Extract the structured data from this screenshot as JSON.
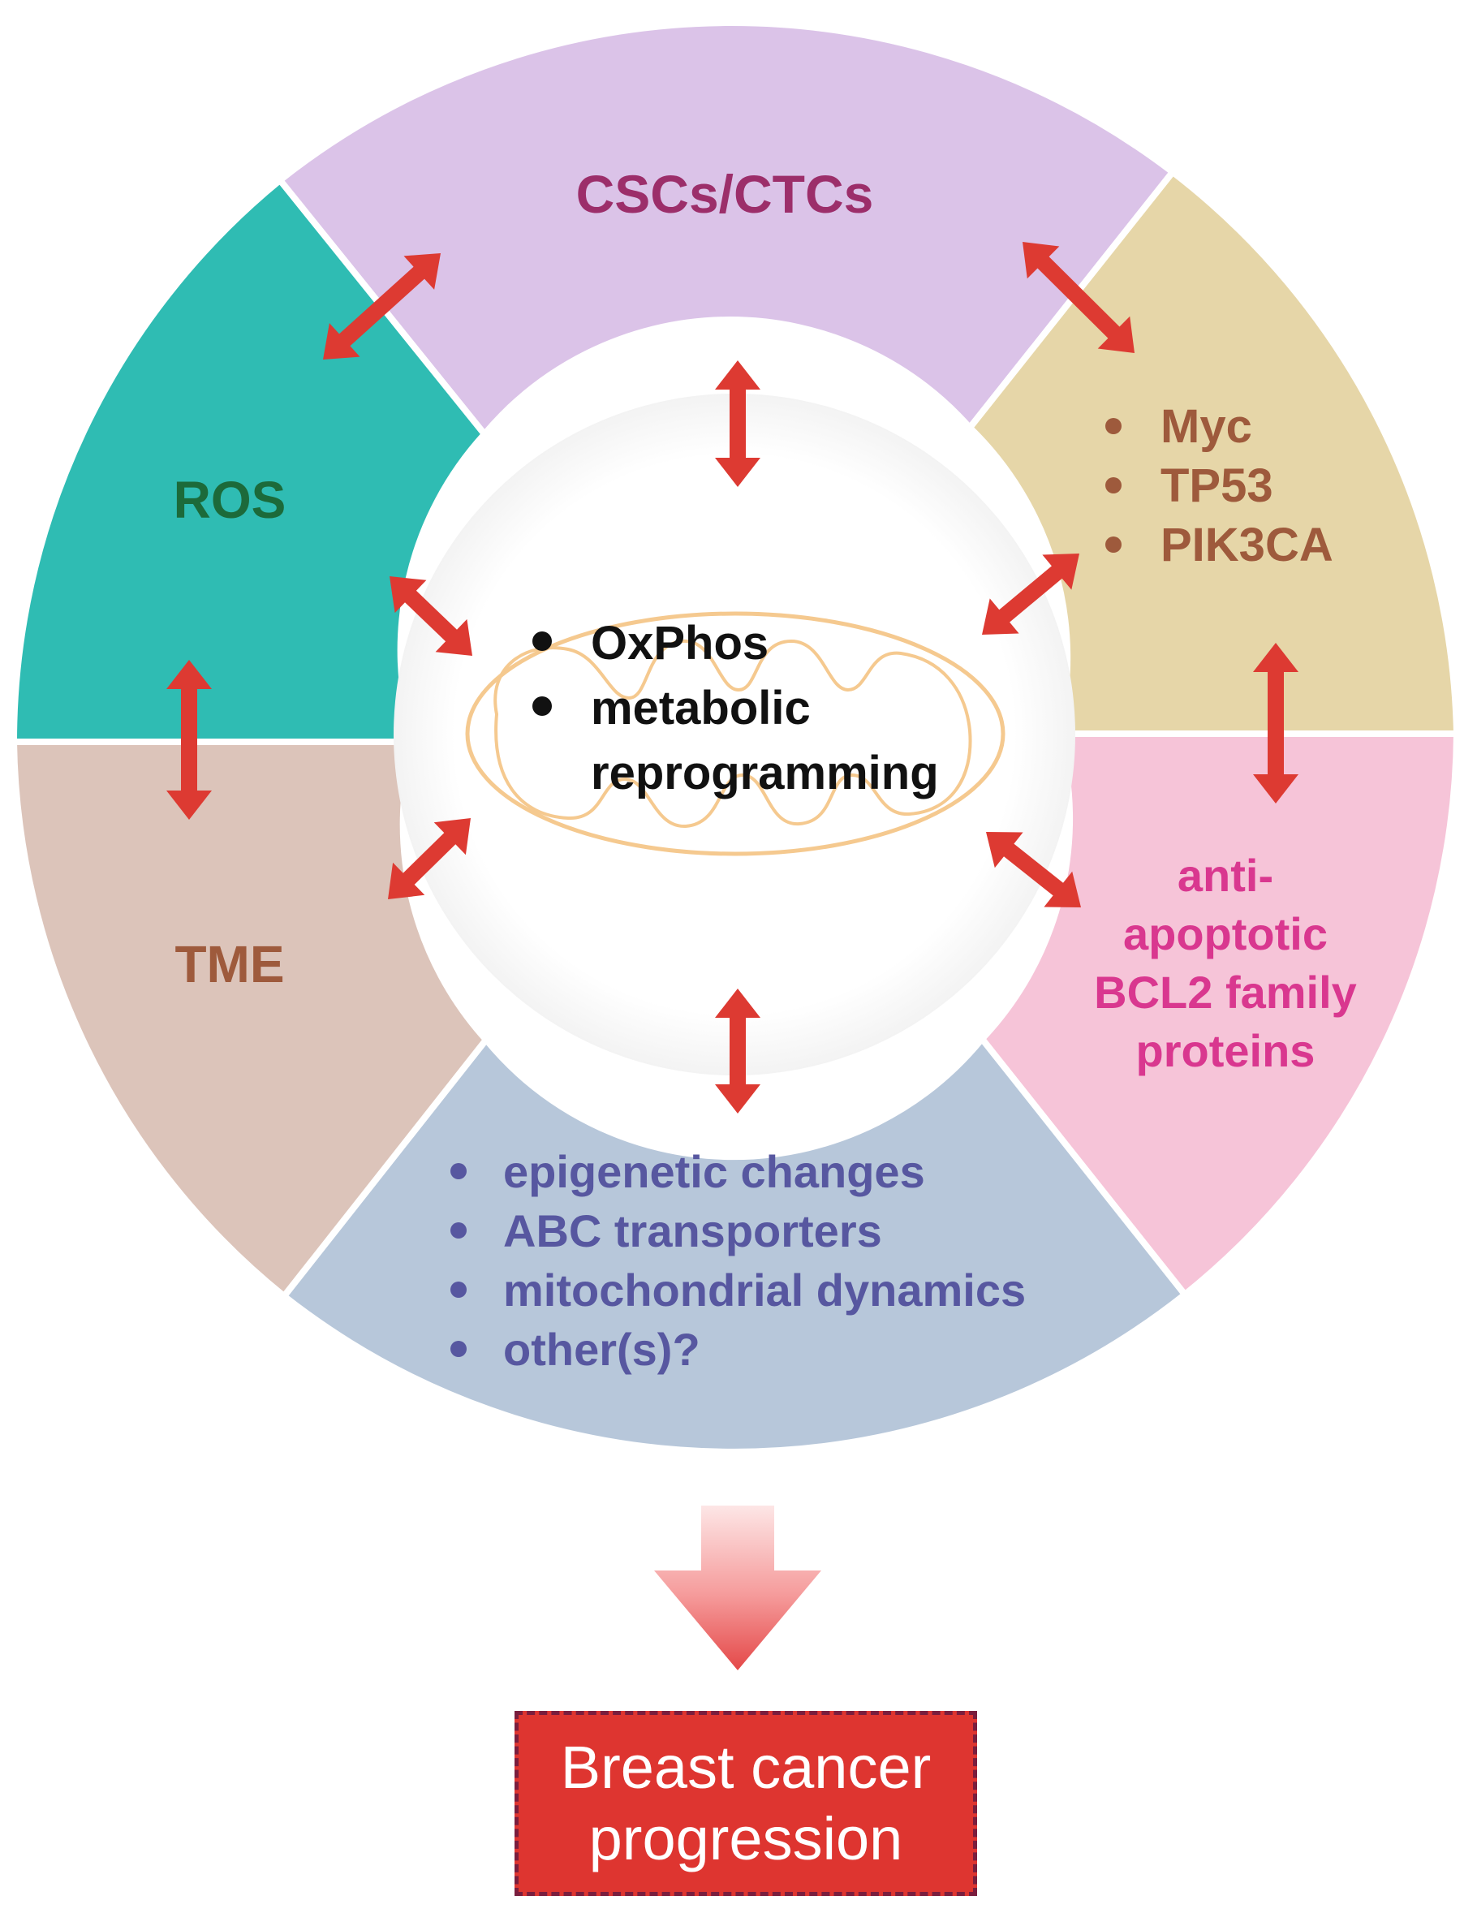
{
  "segments": {
    "csc": {
      "label": "CSCs/CTCs",
      "color": "#dbc3e8",
      "text_color": "#9c2e6a"
    },
    "oncogenes": {
      "items": [
        "Myc",
        "TP53",
        "PIK3CA"
      ],
      "color": "#e6d6a8",
      "text_color": "#9e5a3c"
    },
    "bcl2": {
      "lines": [
        "anti-",
        "apoptotic",
        "BCL2 family",
        "proteins"
      ],
      "color": "#f6c4d8",
      "text_color": "#d9378f"
    },
    "other": {
      "items": [
        "epigenetic changes",
        "ABC transporters",
        "mitochondrial dynamics",
        "other(s)?"
      ],
      "color": "#b7c7da",
      "text_color": "#5757a0"
    },
    "tme": {
      "label": "TME",
      "color": "#dcc4ba",
      "text_color": "#9e5a3c"
    },
    "ros": {
      "label": "ROS",
      "color": "#2fbcb3",
      "text_color": "#1c6a3a"
    }
  },
  "center": {
    "items": [
      "OxPhos",
      "metabolic"
    ],
    "continuation": "reprogramming",
    "mitochondrion_color": "#f5c98f"
  },
  "arrow_color": "#dd3a32",
  "outcome": {
    "line1": "Breast cancer",
    "line2": "progression",
    "box_color": "#de3530",
    "border_color": "#7a1e3e"
  }
}
